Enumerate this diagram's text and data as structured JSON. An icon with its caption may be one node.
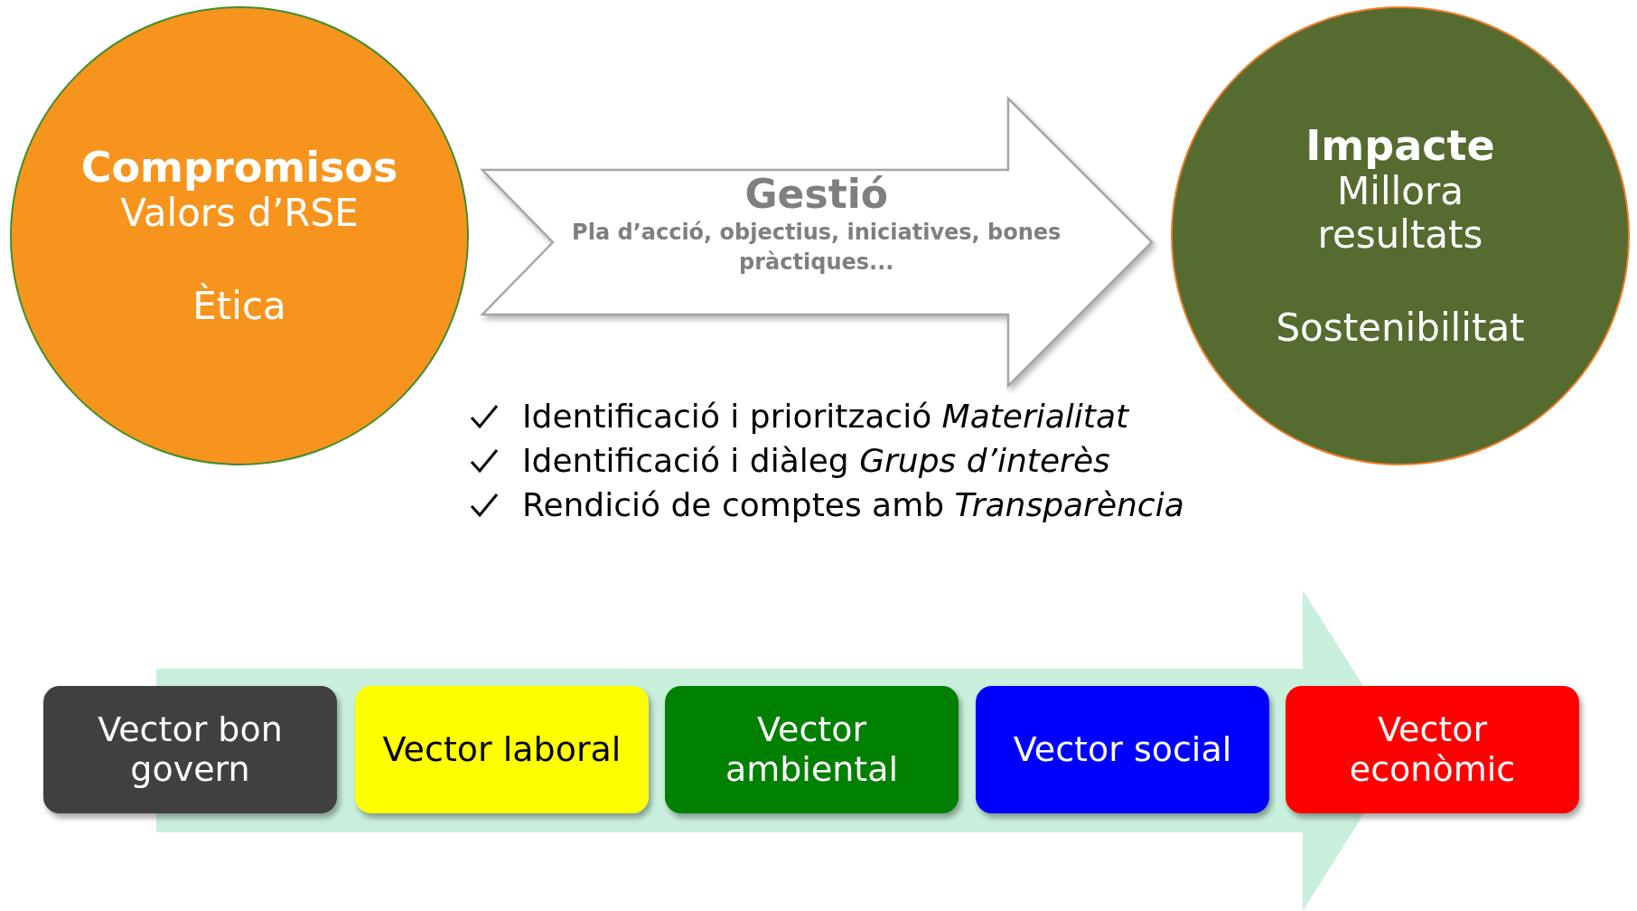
{
  "diagram": {
    "nodes": [
      {
        "text": [
          "Compromisos",
          "Valors d’RSE",
          "Ètica"
        ]
      },
      {
        "text": [
          "Impacte",
          "Millora resultats",
          "Sostenibilitat"
        ]
      },
      {
        "text": [
          "Vector bon govern"
        ]
      },
      {
        "text": [
          "Vector laboral"
        ]
      },
      {
        "text": [
          "Vector ambiental"
        ]
      },
      {
        "text": [
          "Vector social"
        ]
      },
      {
        "text": [
          "Vector econòmic"
        ]
      }
    ],
    "edges": [
      {
        "from": 0,
        "to": 1,
        "arrow": "to",
        "label": "Gestió"
      }
    ],
    "labels": [
      "Pla d’acció, objectius, iniciatives, bones pràctiques...",
      "Identificació i priorització *Materialitat*",
      "Identificació i diàleg *Grups d’interès*",
      "Rendició de comptes amb *Transparència*"
    ]
  }
}
